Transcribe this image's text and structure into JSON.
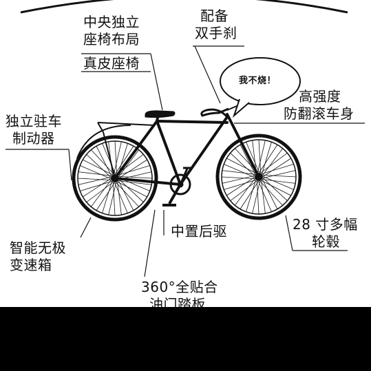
{
  "labels": {
    "center_seat": [
      "中央独立",
      "座椅布局"
    ],
    "leather_seat": "真皮座椅",
    "dual_brake": [
      "配备",
      "双手刹"
    ],
    "speech_bubble": "我不烧！",
    "rollover_body": [
      "高强度",
      "防翻滚车身"
    ],
    "parking_brake": [
      "独立驻车",
      "制动器"
    ],
    "rear_drive": "中置后驱",
    "hub": [
      "28 寸多幅",
      "轮毂"
    ],
    "gearbox": [
      "智能无极",
      "变速箱"
    ],
    "pedal": [
      "360°全贴合",
      "油门踏板"
    ]
  },
  "colors": {
    "ink": "#111111",
    "background": "#ffffff",
    "bottom_band": "#000000"
  }
}
